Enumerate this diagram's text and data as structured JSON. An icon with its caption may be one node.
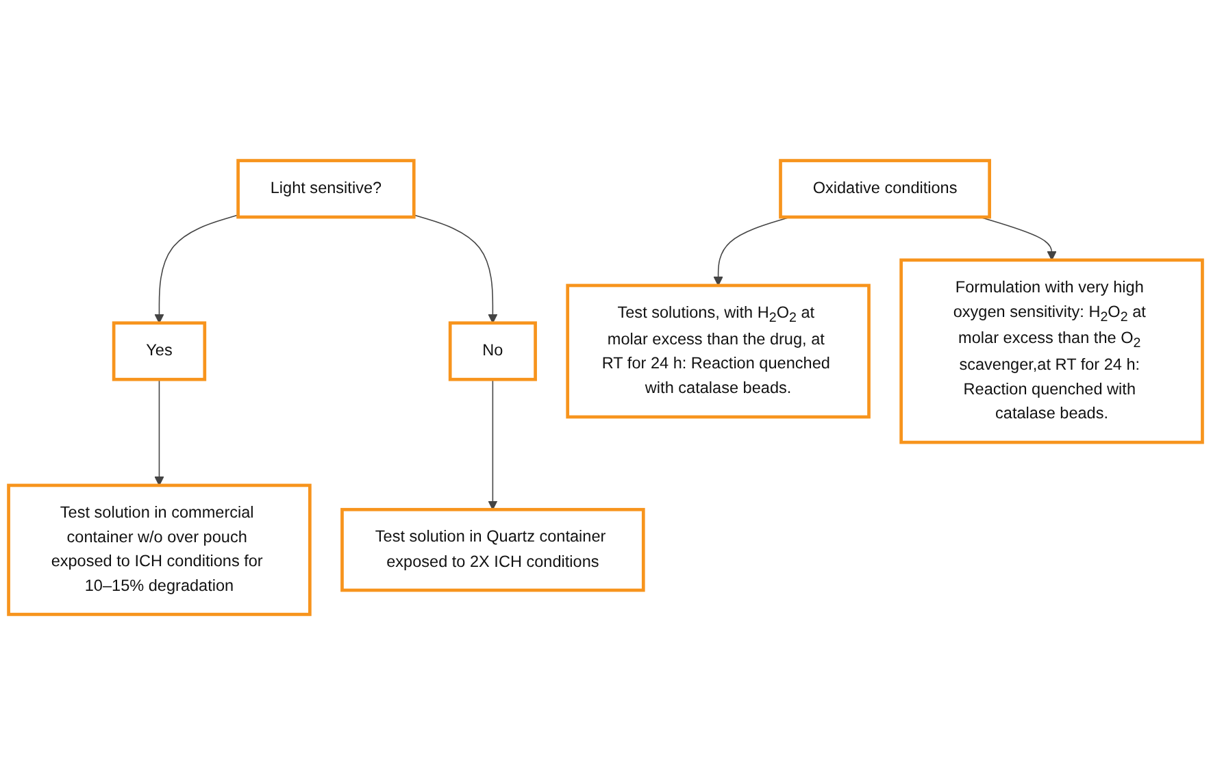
{
  "diagram": {
    "nodes": [
      {
        "text": [
          "Light sensitive?"
        ]
      },
      {
        "text": [
          "Yes"
        ]
      },
      {
        "text": [
          "No"
        ]
      },
      {
        "text": [
          "Test solution in commercial container w/o over pouch exposed to ICH conditions for 10–15% degradation"
        ]
      },
      {
        "text": [
          "Test solution in Quartz container exposed to 2X ICH conditions"
        ]
      },
      {
        "text": [
          "Oxidative conditions"
        ]
      },
      {
        "text": [
          "Test solutions, with H$_{2}$O$_{2}$ at molar excess than the drug, at RT for 24 h: Reaction quenched with catalase beads."
        ]
      },
      {
        "text": [
          "Formulation with very high oxygen sensitivity: H$_{2}$O$_{2}$ at molar excess than the O$_{2}$ scavenger,at RT for 24 h: Reaction quenched with catalase beads."
        ]
      }
    ],
    "edges": [
      {
        "from": 0,
        "to": 1,
        "arrow": "to"
      },
      {
        "from": 0,
        "to": 2,
        "arrow": "to"
      },
      {
        "from": 1,
        "to": 3,
        "arrow": "to"
      },
      {
        "from": 2,
        "to": 4,
        "arrow": "to"
      },
      {
        "from": 5,
        "to": 6,
        "arrow": "to"
      },
      {
        "from": 5,
        "to": 7,
        "arrow": "to"
      }
    ]
  }
}
